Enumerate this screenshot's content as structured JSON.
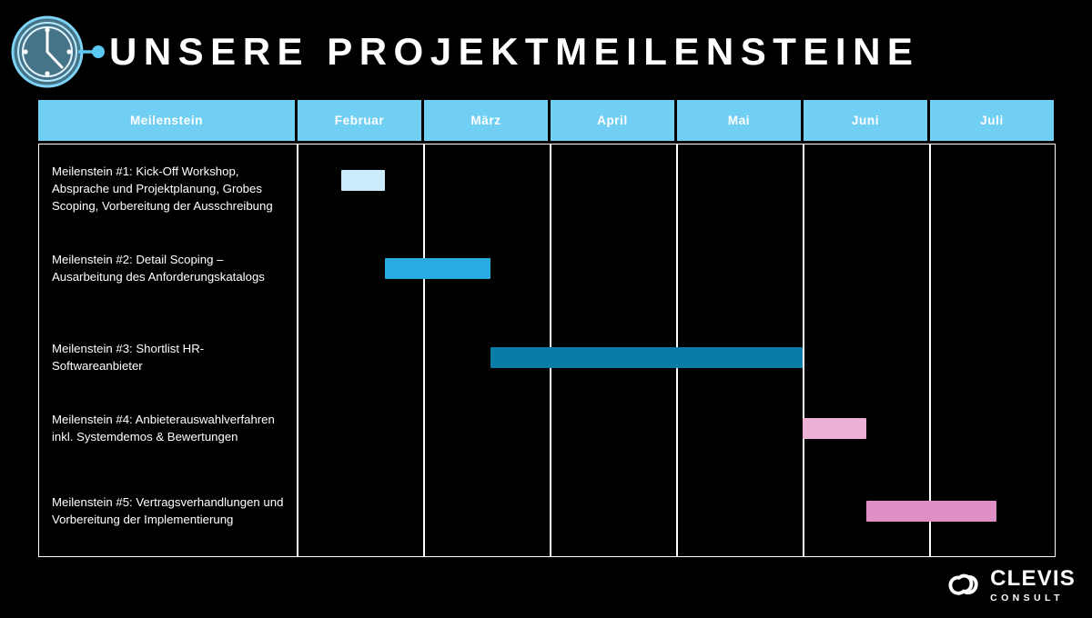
{
  "slide": {
    "title": "UNSERE PROJEKTMEILENSTEINE",
    "background_color": "#000000",
    "accent_color": "#72CFF4"
  },
  "logo": {
    "name": "CLEVIS",
    "subtitle": "CONSULT",
    "mark_icon": "trefoil-knot-icon"
  },
  "table": {
    "headers": [
      {
        "label": "Meilenstein"
      },
      {
        "label": "Februar"
      },
      {
        "label": "März"
      },
      {
        "label": "April"
      },
      {
        "label": "Mai"
      },
      {
        "label": "Juni"
      },
      {
        "label": "Juli"
      }
    ],
    "rows": [
      {
        "label": "Meilenstein #1: Kick-Off Workshop, Absprache und Projektplanung, Grobes Scoping, Vorbereitung der Ausschreibung"
      },
      {
        "label": "Meilenstein #2: Detail Scoping – Ausarbeitung des Anforderungskatalogs"
      },
      {
        "label": "Meilenstein #3: Shortlist HR-Softwareanbieter"
      },
      {
        "label": "Meilenstein #4: Anbieterauswahlverfahren inkl. Systemdemos & Bewertungen"
      },
      {
        "label": "Meilenstein #5: Vertragsverhandlungen und Vorbereitung der Implementierung"
      }
    ]
  },
  "chart_data": {
    "type": "bar",
    "chart_subtype": "gantt",
    "title": "UNSERE PROJEKTMEILENSTEINE",
    "xlabel": "",
    "ylabel": "",
    "categories": [
      "Meilenstein #1: Kick-Off Workshop, Absprache und Projektplanung, Grobes Scoping, Vorbereitung der Ausschreibung",
      "Meilenstein #2: Detail Scoping – Ausarbeitung des Anforderungskatalogs",
      "Meilenstein #3: Shortlist HR-Softwareanbieter",
      "Meilenstein #4: Anbieterauswahlverfahren inkl. Systemdemos & Bewertungen",
      "Meilenstein #5: Vertragsverhandlungen und Vorbereitung der Implementierung"
    ],
    "x_axis_ticks": [
      "Februar",
      "März",
      "April",
      "Mai",
      "Juni",
      "Juli"
    ],
    "grid": true,
    "legend": "none",
    "bars": [
      {
        "row": 1,
        "start_month": "Februar",
        "end_month": "Februar",
        "start_fraction": 0.35,
        "end_fraction": 0.7,
        "color": "#CCEBFA"
      },
      {
        "row": 2,
        "start_month": "Februar",
        "end_month": "März",
        "start_fraction": 0.7,
        "end_fraction": 1.53,
        "color": "#29ABE2"
      },
      {
        "row": 3,
        "start_month": "März",
        "end_month": "Mai",
        "start_fraction": 1.53,
        "end_fraction": 4.0,
        "color": "#0B7CA8"
      },
      {
        "row": 4,
        "start_month": "Juni",
        "end_month": "Juni",
        "start_fraction": 4.0,
        "end_fraction": 4.5,
        "color": "#EEAFD6"
      },
      {
        "row": 5,
        "start_month": "Juni",
        "end_month": "Juli",
        "start_fraction": 4.5,
        "end_fraction": 5.53,
        "color": "#E08FC4"
      }
    ]
  }
}
